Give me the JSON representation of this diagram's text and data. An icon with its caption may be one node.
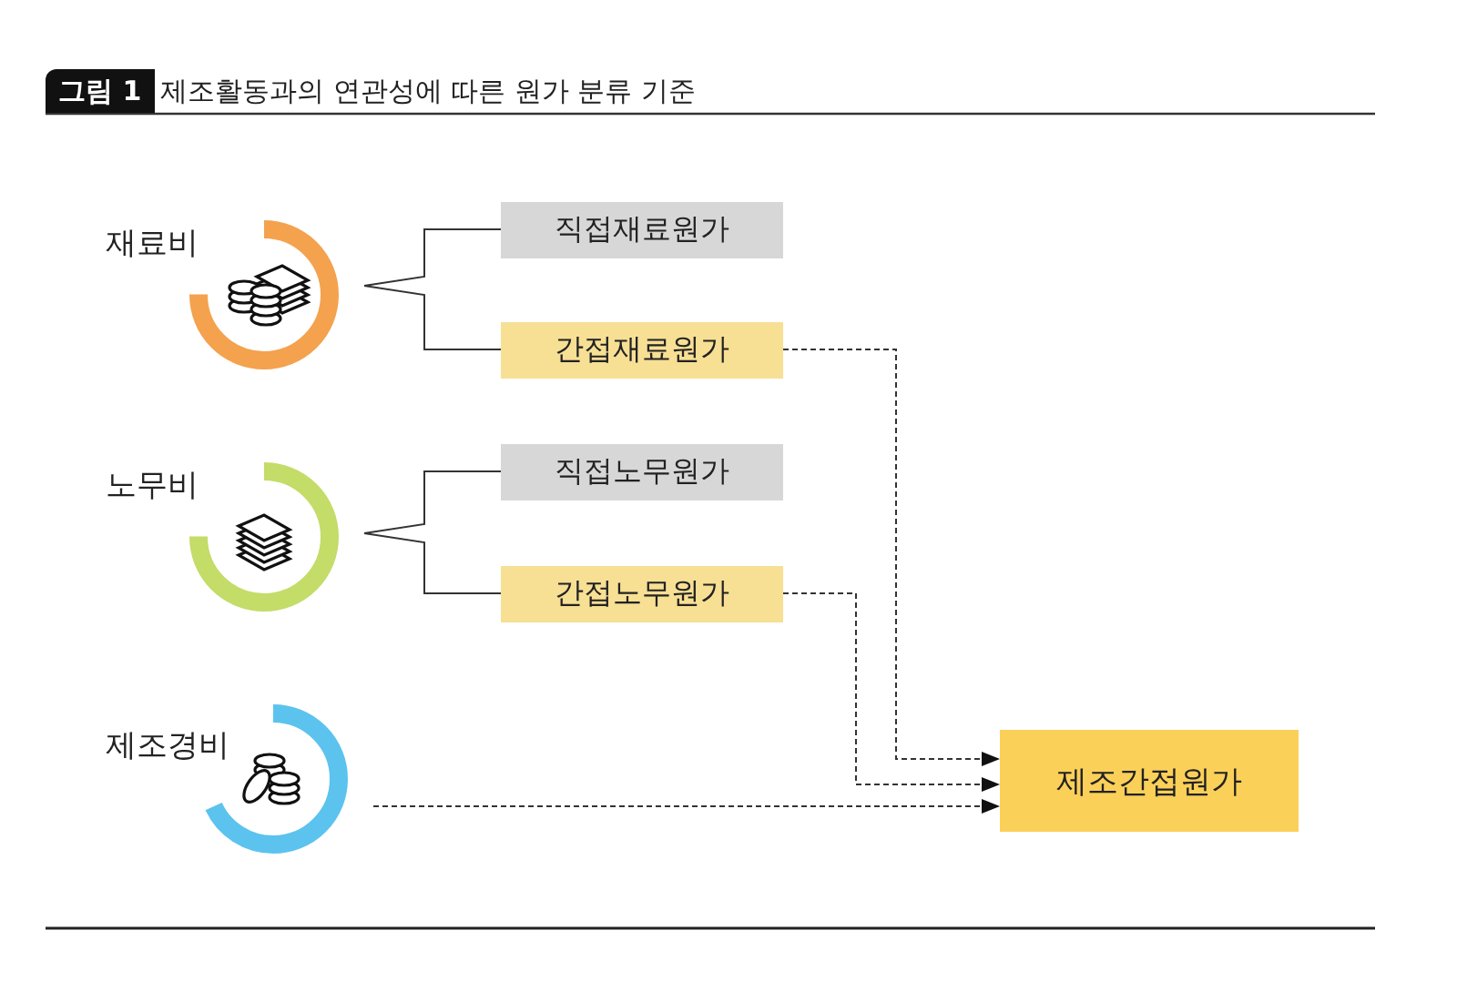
{
  "diagram": {
    "title": "제조활동과의 연관성에 따른 원가 분류 기준",
    "nodes": [
      {
        "text": [
          "재료비"
        ]
      },
      {
        "text": [
          "직접재료원가"
        ]
      },
      {
        "text": [
          "간접재료원가"
        ]
      },
      {
        "text": [
          "노무비"
        ]
      },
      {
        "text": [
          "직접노무원가"
        ]
      },
      {
        "text": [
          "간접노무원가"
        ]
      },
      {
        "text": [
          "제조경비"
        ]
      },
      {
        "text": [
          "제조간접원가"
        ]
      }
    ],
    "edges": [
      {
        "from": 0,
        "to": 1,
        "arrow": "none"
      },
      {
        "from": 0,
        "to": 2,
        "arrow": "none"
      },
      {
        "from": 3,
        "to": 4,
        "arrow": "none"
      },
      {
        "from": 3,
        "to": 5,
        "arrow": "none"
      },
      {
        "from": 2,
        "to": 7,
        "arrow": "to",
        "style": "dashed"
      },
      {
        "from": 5,
        "to": 7,
        "arrow": "to",
        "style": "dashed"
      },
      {
        "from": 6,
        "to": 7,
        "arrow": "to",
        "style": "dashed"
      }
    ],
    "labels": [
      "그림 1"
    ]
  }
}
